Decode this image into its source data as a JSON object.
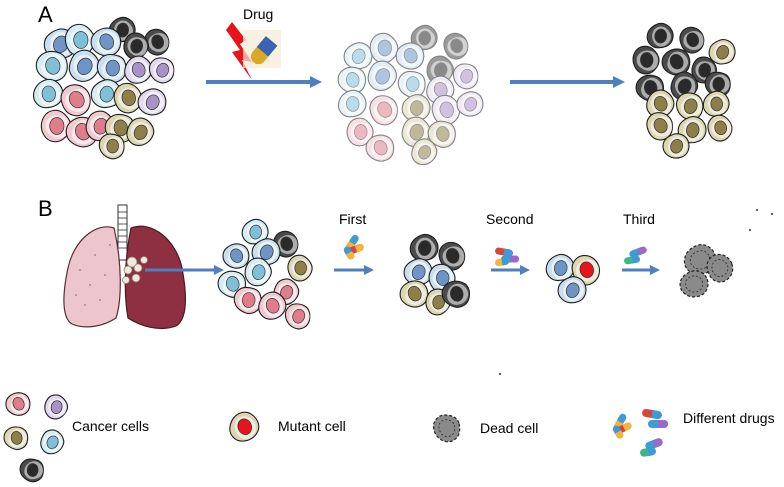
{
  "panel_a": {
    "label": "A",
    "drug_label": "Drug"
  },
  "panel_b": {
    "label": "B",
    "first_label": "First",
    "second_label": "Second",
    "third_label": "Third"
  },
  "legend": {
    "cancer_cells": "Cancer cells",
    "mutant_cell": "Mutant  cell",
    "dead_cell": "Dead cell",
    "different_drugs": "Different drugs"
  },
  "colors": {
    "blue": "#c9dff0",
    "blue_nucleus": "#6f94c6",
    "cyan": "#d6ecf3",
    "cyan_nucleus": "#7fc0d8",
    "pink": "#f2c9cf",
    "pink_nucleus": "#e07d8c",
    "lavender": "#e3d9ee",
    "lavender_nucleus": "#a992c8",
    "olive": "#ddd6b3",
    "olive_nucleus": "#8c7f48",
    "dark": "#4a4a4a",
    "dark_nucleus": "#2a2a2a",
    "mutant_nucleus": "#e8141b",
    "arrow": "#4f7fbf",
    "lung": "#8e2f42",
    "lung_light": "#ecc6cc"
  }
}
